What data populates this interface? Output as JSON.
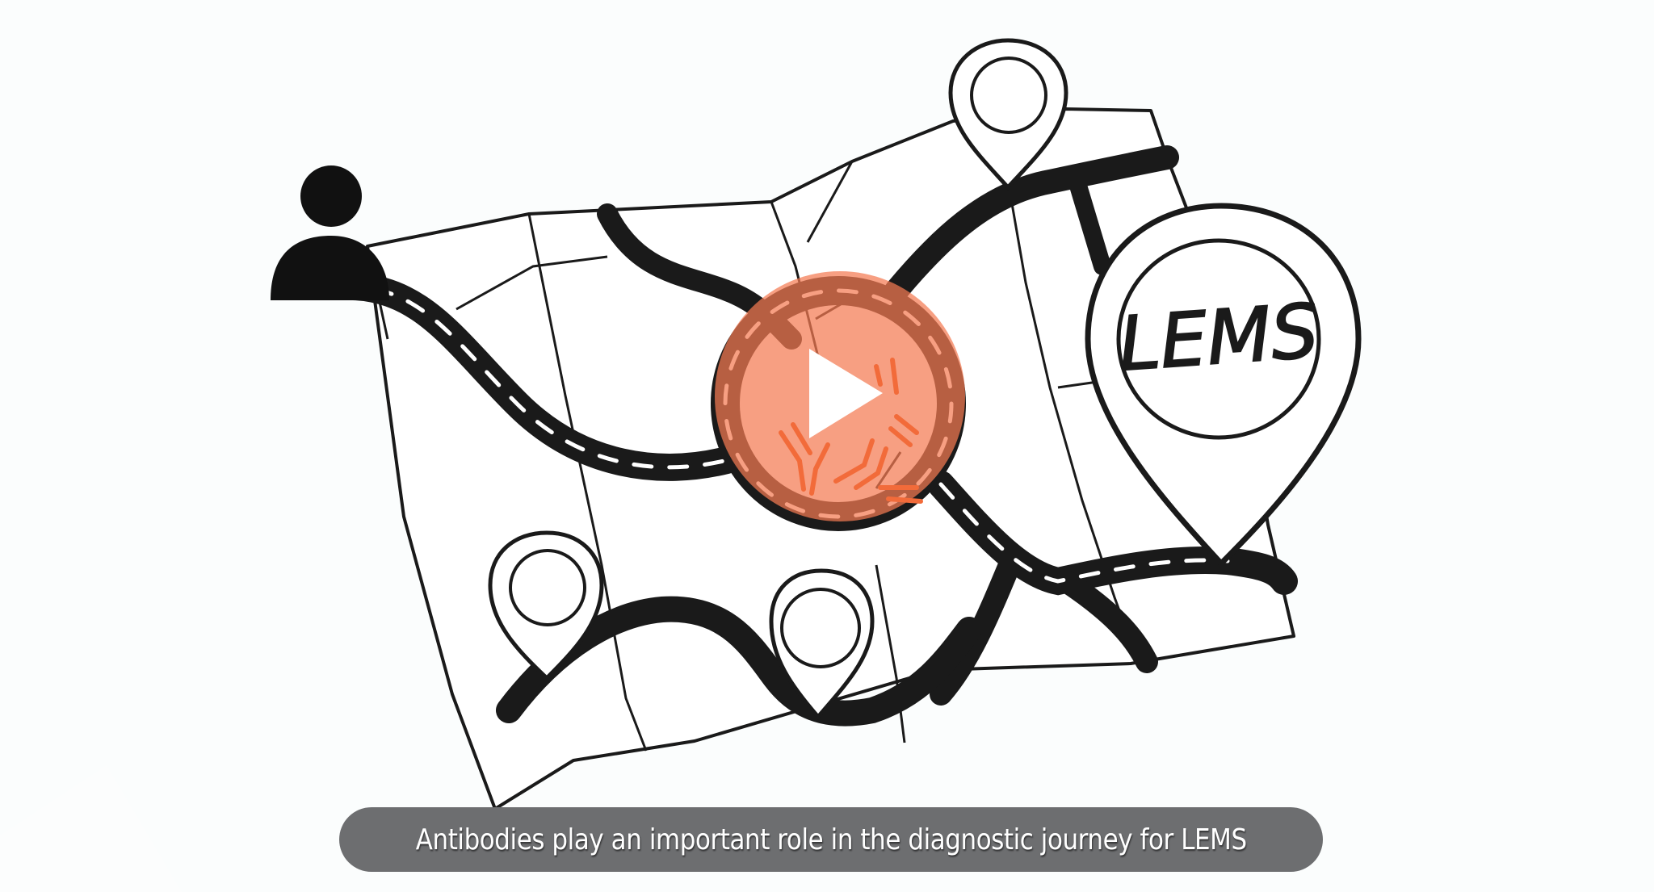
{
  "video": {
    "caption": "Antibodies play an important role in the diagnostic journey for LEMS",
    "play_button_label": "Play",
    "play_icon": "play-icon"
  },
  "illustration": {
    "destination_pin_label": "LEMS",
    "elements": [
      "person-icon",
      "folded-map",
      "roads",
      "location-pin",
      "location-pin",
      "location-pin",
      "destination-pin",
      "antibody-icons"
    ]
  },
  "colors": {
    "background": "#fbfdfd",
    "ink": "#1a1a1a",
    "play_overlay": "#f79474",
    "play_overlay_on_ink": "#a4452a",
    "antibody": "#f26b3a",
    "caption_bg": "#6d6e70",
    "caption_text": "#ffffff"
  }
}
